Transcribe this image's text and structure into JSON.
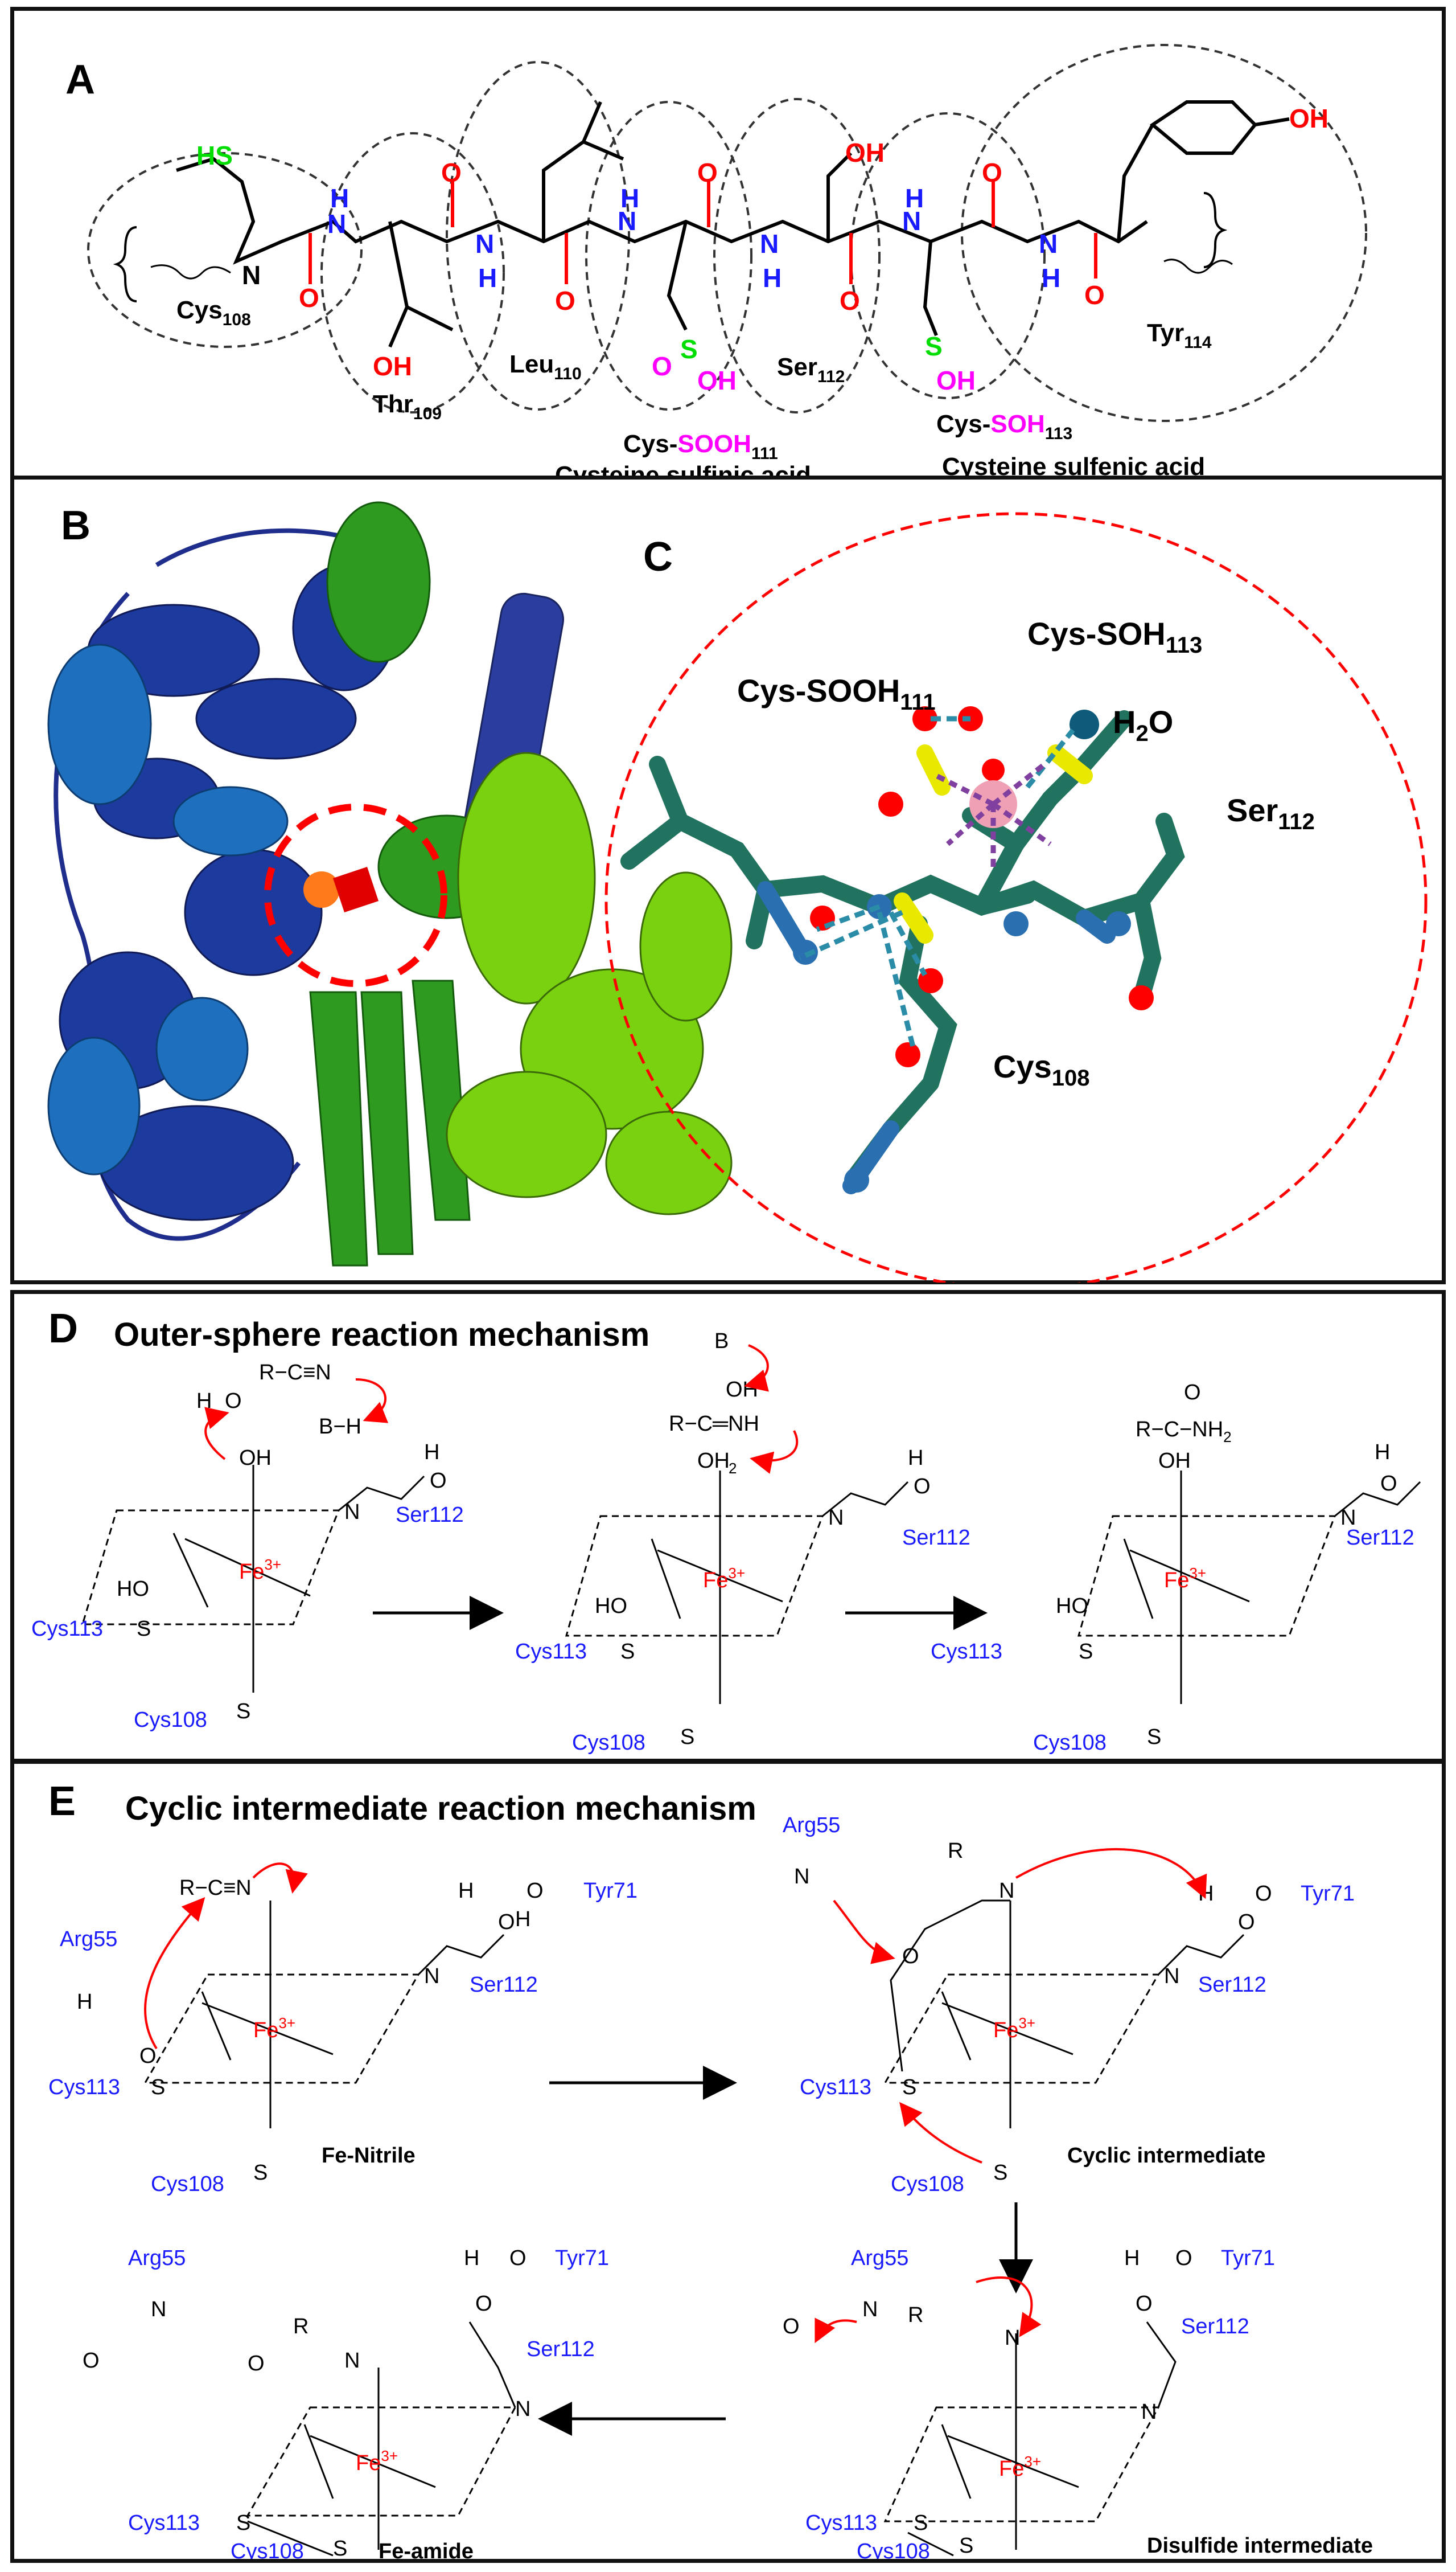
{
  "panel_a": {
    "label": "A",
    "residues": {
      "cys108": "Cys",
      "cys108_sub": "108",
      "thr109": "Thr",
      "thr109_sub": "109",
      "leu110": "Leu",
      "leu110_sub": "110",
      "ser112": "Ser",
      "ser112_sub": "112",
      "tyr114": "Tyr",
      "tyr114_sub": "114",
      "cys111_pre": "Cys-",
      "cys111_mod": "SOOH",
      "cys111_sub": "111",
      "cys111_desc": "Cysteine sulfinic acid",
      "cys113_pre": "Cys-",
      "cys113_mod": "SOH",
      "cys113_sub": "113",
      "cys113_desc": "Cysteine sulfenic acid"
    },
    "atoms": {
      "hs": "HS",
      "oh": "OH",
      "o": "O",
      "h": "H",
      "n": "N",
      "s": "S"
    }
  },
  "panel_b": {
    "label": "B"
  },
  "panel_c": {
    "label": "C",
    "cys111": "Cys-SOOH",
    "cys111_sub": "111",
    "cys113": "Cys-SOH",
    "cys113_sub": "113",
    "water": "H",
    "water_sub": "2",
    "water_end": "O",
    "ser112": "Ser",
    "ser112_sub": "112",
    "cys108": "Cys",
    "cys108_sub": "108"
  },
  "panel_d": {
    "label": "D",
    "title": "Outer-sphere reaction mechanism",
    "ser112": "Ser112",
    "cys113": "Cys113",
    "cys108": "Cys108",
    "fe": "Fe",
    "fe_charge": "3+",
    "nitrile": "R−C≡N",
    "bh": "B−H",
    "base": "B",
    "imidic_oh": "OH",
    "imidic": "R−C═NH",
    "amide_o": "O",
    "amide": "R−C−NH",
    "amide_sub": "2"
  },
  "panel_e": {
    "label": "E",
    "title": "Cyclic intermediate reaction mechanism",
    "arg55": "Arg55",
    "tyr71": "Tyr71",
    "ser112": "Ser112",
    "cys113": "Cys113",
    "cys108": "Cys108",
    "fe": "Fe",
    "fe_charge": "3+",
    "fe_nitrile": "Fe-Nitrile",
    "cyclic": "Cyclic intermediate",
    "disulfide": "Disulfide intermediate",
    "fe_amide": "Fe-amide",
    "nitrile": "R−C≡N",
    "r": "R"
  },
  "colors": {
    "blue_label": "#1a1aff",
    "red_atom": "#ff0000",
    "green_s": "#00dd00",
    "magenta": "#ff00ff",
    "fe_red": "#ff0000"
  }
}
